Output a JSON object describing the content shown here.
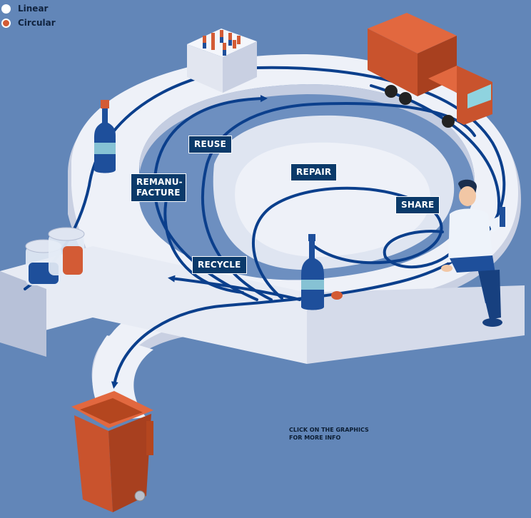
{
  "legend": {
    "linear": "Linear",
    "circular": "Circular"
  },
  "stages": {
    "reuse": "REUSE",
    "remanufacture_line1": "REMANU-",
    "remanufacture_line2": "FACTURE",
    "repair": "REPAIR",
    "share": "SHARE",
    "recycle": "RECYCLE"
  },
  "note": {
    "line1": "CLICK ON THE GRAPHICS",
    "line2": "FOR MORE INFO"
  },
  "colors": {
    "background": "#6286b8",
    "track": "#eef1f8",
    "track_shadow": "#c9d0e2",
    "flow_line": "#0b3f8c",
    "accent_orange": "#d35b35",
    "label_bg": "#0b3a6a"
  },
  "icons": [
    "bottle-crate-icon",
    "delivery-truck-icon",
    "glass-bottle-icon",
    "person-sitting-icon",
    "jars-icon",
    "waste-bin-icon"
  ]
}
